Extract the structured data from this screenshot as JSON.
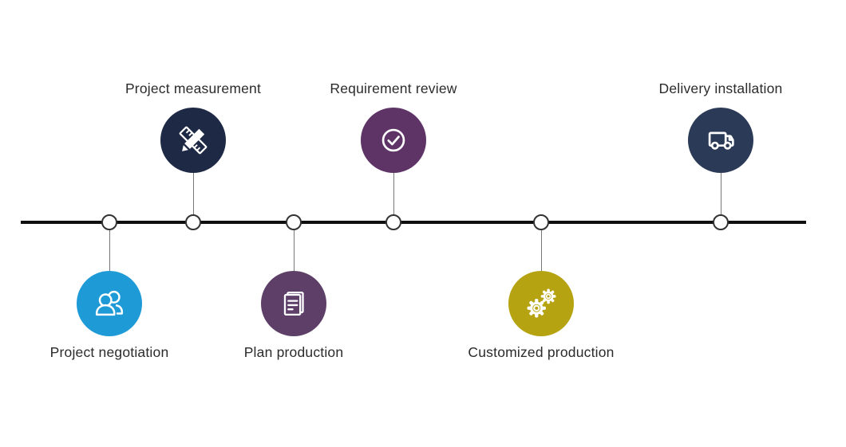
{
  "diagram": {
    "background": "#FFFFFF",
    "text_color": "#2B2B2B",
    "timeline": {
      "color": "#0F0F0F",
      "node_fill": "#FFFFFF",
      "node_border": "#333333",
      "connector_color": "#777777"
    },
    "steps": [
      {
        "label": "Project negotiation",
        "icon": "people-icon",
        "color": "#1E9AD6",
        "position": "below"
      },
      {
        "label": "Project measurement",
        "icon": "ruler-pencil-icon",
        "color": "#1E2A45",
        "position": "above"
      },
      {
        "label": "Plan production",
        "icon": "document-icon",
        "color": "#5D3F68",
        "position": "below"
      },
      {
        "label": "Requirement review",
        "icon": "check-circle-icon",
        "color": "#5E3467",
        "position": "above"
      },
      {
        "label": "Customized production",
        "icon": "gears-icon",
        "color": "#B6A312",
        "position": "below"
      },
      {
        "label": "Delivery installation",
        "icon": "truck-icon",
        "color": "#2B3A57",
        "position": "above"
      }
    ]
  }
}
